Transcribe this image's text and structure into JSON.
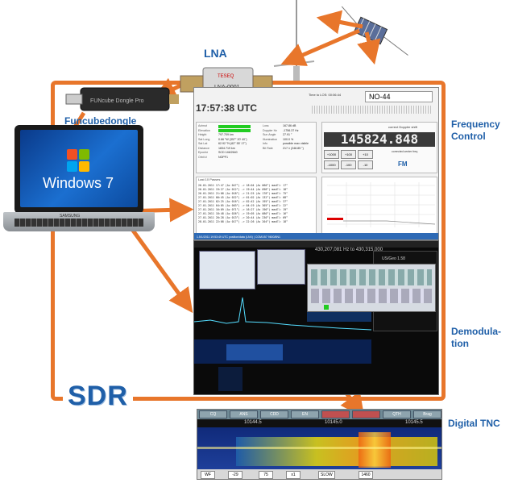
{
  "labels": {
    "lna": "LNA",
    "funcube": "Funcubedongle",
    "frequency_control": [
      "Frequency",
      "Control"
    ],
    "demodulation": [
      "Demodula-",
      "tion"
    ],
    "digital_tnc": "Digital TNC",
    "sdr": "SDR"
  },
  "laptop": {
    "os_text": "Windows 7",
    "brand": "SAMSUNG"
  },
  "dongle": {
    "text": "FUNcube Dongle Pro"
  },
  "lna_device": {
    "text": "LNA-0001"
  },
  "tracking": {
    "time": "17:57:38 UTC",
    "sat_name": "NO-44",
    "time_to_los": "Time to LOS: 00:06:44",
    "frequency": "145824.848",
    "mode": "FM",
    "correct_doppler": "correct Doppler shift",
    "step_buttons": [
      "+1000",
      "+100",
      "+10",
      "-1000",
      "-100",
      "-10"
    ],
    "fields": [
      {
        "k": "Azimut",
        "v": "",
        "bar": true
      },
      {
        "k": "Elevation",
        "v": "",
        "bar": true
      },
      {
        "k": "Height",
        "v": "797.709 km"
      },
      {
        "k": "Sat Long",
        "v": "0.66 °W (357° 20' 40\")"
      },
      {
        "k": "Sat Lat",
        "v": "62.92 °N (62° 55' 17\")"
      },
      {
        "k": "Distance",
        "v": "1834.719 km"
      },
      {
        "k": "Epoche",
        "v": "SCD 146/2640"
      },
      {
        "k": "Orbit #",
        "v": "NOPF1"
      }
    ],
    "right_fields": [
      {
        "k": "Loss",
        "v": "167.86 dB"
      },
      {
        "k": "Doppler Hz",
        "v": "-1756.37 Hz"
      },
      {
        "k": "Sun Angle",
        "v": "27.91 °"
      },
      {
        "k": "Illumination",
        "v": "100.0 %"
      },
      {
        "k": "Info",
        "v": "possible max visible"
      },
      {
        "k": "Bit Rate",
        "v": "217.1 (248.85 °)"
      }
    ],
    "log_title": "Last 10 Passes",
    "log_lines": [
      "26.01.2011 17:47 (Az 047°) -> 18:04 (Az 060°) maxEl: 17°",
      "26.01.2011 19:27 (Az 012°) -> 19:44 (Az 098°) maxEl: 18°",
      "26.01.2011 21:08 (Az 018°) -> 21:25 (Az 178°) maxEl: 75°",
      "27.01.2011 00:45 (Az 022°) -> 01:02 (Az 132°) maxEl: 68°",
      "27.01.2011 02:25 (Az 016°) -> 02:42 (Az 195°) maxEl: 37°",
      "27.01.2011 04:05 (Az 003°) -> 04:19 (Az 305°) maxEl: 22°",
      "27.01.2011 16:09 (Az 071°) -> 16:27 (Az 190°) maxEl: 19°",
      "27.01.2011 18:48 (Az 026°) -> 19:05 (Az 080°) maxEl: 16°",
      "27.01.2011 20:28 (Az 013°) -> 20:44 (Az 230°) maxEl: 69°",
      "28.01.2011 22:08 (Az 017°) -> 22:26 (Az 204°) maxEl: 18°"
    ],
    "statusbar": "1.5/1/2011 19:53:49 UTC  position/data (LNX)  |  COM1/57 9600/8N1"
  },
  "demod": {
    "freq_range": "430,207,081 Hz to 430,315,000",
    "module": "US/Geo 1.58"
  },
  "tnc": {
    "buttons": [
      "CQ",
      "ANS",
      "CDD",
      "EN",
      "",
      "",
      "QTH",
      "Brag"
    ],
    "freq_ticks": [
      "10144.5",
      "10145.0",
      "10145.5"
    ],
    "controls": [
      "WF",
      "-29",
      "75",
      "x1",
      "SLOW",
      "1460"
    ]
  },
  "colors": {
    "arrow": "#e8762b",
    "label": "#1f5fa8"
  }
}
